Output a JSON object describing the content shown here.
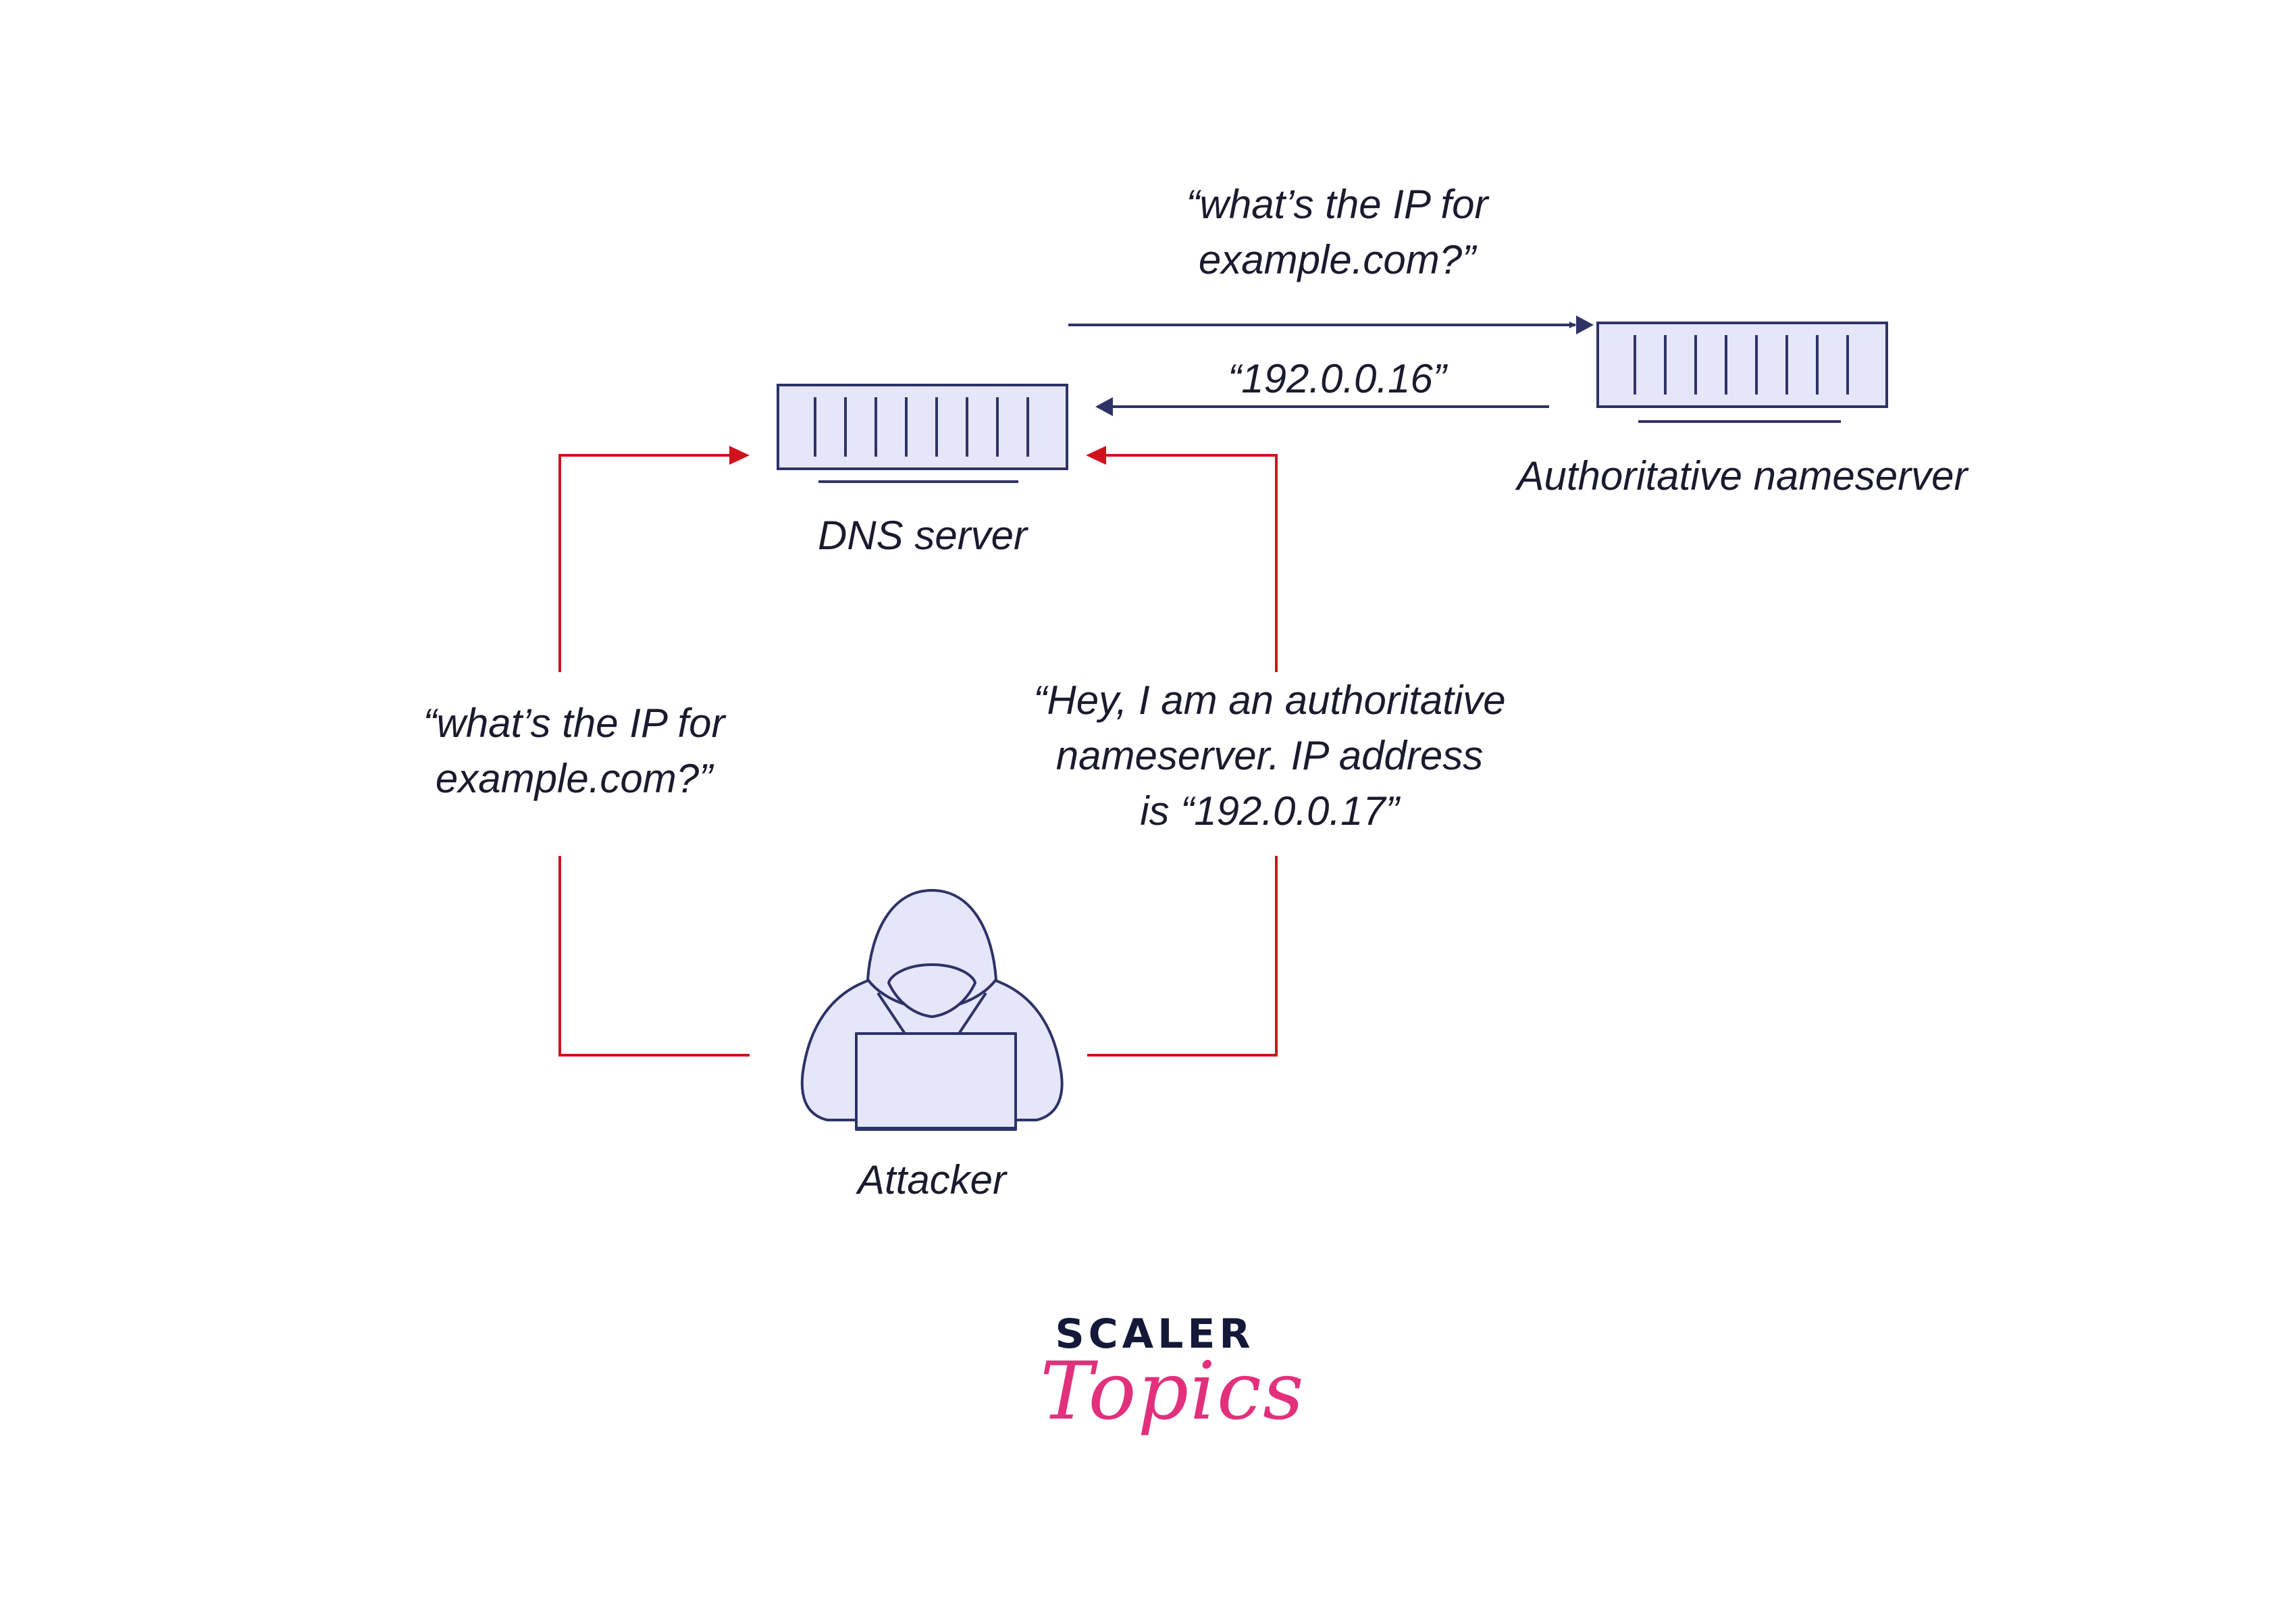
{
  "nodes": {
    "dns_server": {
      "label": "DNS server"
    },
    "authoritative_nameserver": {
      "label": "Authoritative nameserver"
    },
    "attacker": {
      "label": "Attacker"
    }
  },
  "edges": {
    "dns_to_auth_query": "“what’s the IP for\nexample.com?”",
    "auth_to_dns_reply": "“192.0.0.16”",
    "attacker_query": "“what’s the IP for\nexample.com?”",
    "attacker_spoof": "“Hey, I am an authoritative\nnameserver. IP address\nis “192.0.0.17”"
  },
  "logo": {
    "line1": "SCALER",
    "line2": "Topics"
  },
  "colors": {
    "navy": "#2e3366",
    "red": "#d0121d",
    "fill": "#e6e6fa",
    "pink": "#e2307c"
  }
}
